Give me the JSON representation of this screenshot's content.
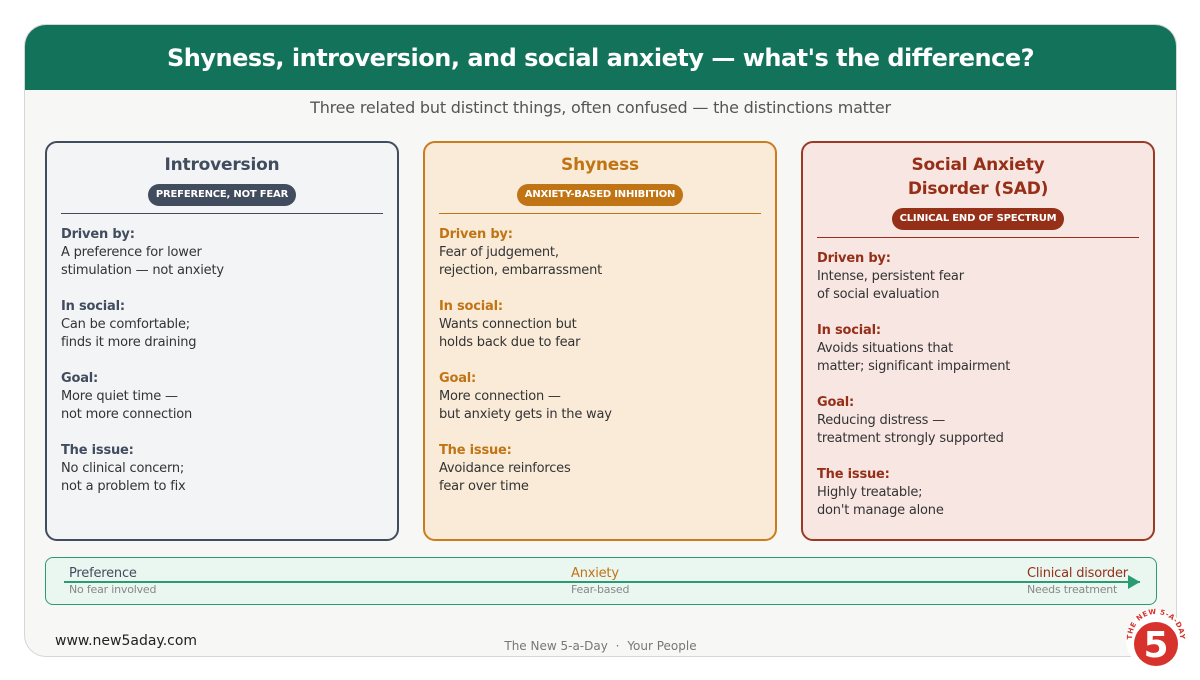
{
  "header": {
    "title": "Shyness, introversion, and social anxiety — what's the difference?"
  },
  "subtitle": "Three related but distinct things, often confused — the distinctions matter",
  "panels": [
    {
      "title": "Introversion",
      "badge": "PREFERENCE, NOT FEAR",
      "sections": [
        {
          "label": "Driven by:",
          "lines": [
            "A preference for lower",
            "stimulation — not anxiety"
          ]
        },
        {
          "label": "In social:",
          "lines": [
            "Can be comfortable;",
            "finds it more draining"
          ]
        },
        {
          "label": "Goal:",
          "lines": [
            "More quiet time —",
            "not more connection"
          ]
        },
        {
          "label": "The issue:",
          "lines": [
            "No clinical concern;",
            "not a problem to fix"
          ]
        }
      ]
    },
    {
      "title": "Shyness",
      "badge": "ANXIETY-BASED INHIBITION",
      "sections": [
        {
          "label": "Driven by:",
          "lines": [
            "Fear of judgement,",
            "rejection, embarrassment"
          ]
        },
        {
          "label": "In social:",
          "lines": [
            "Wants connection but",
            "holds back due to fear"
          ]
        },
        {
          "label": "Goal:",
          "lines": [
            "More connection —",
            "but anxiety gets in the way"
          ]
        },
        {
          "label": "The issue:",
          "lines": [
            "Avoidance reinforces",
            "fear over time"
          ]
        }
      ]
    },
    {
      "title_lines": [
        "Social Anxiety",
        "Disorder (SAD)"
      ],
      "badge": "CLINICAL END OF SPECTRUM",
      "sections": [
        {
          "label": "Driven by:",
          "lines": [
            "Intense, persistent fear",
            "of social evaluation"
          ]
        },
        {
          "label": "In social:",
          "lines": [
            "Avoids situations that",
            "matter; significant impairment"
          ]
        },
        {
          "label": "Goal:",
          "lines": [
            "Reducing distress —",
            "treatment strongly supported"
          ]
        },
        {
          "label": "The issue:",
          "lines": [
            "Highly treatable;",
            "don't manage alone"
          ]
        }
      ]
    }
  ],
  "spectrum": {
    "stops": [
      {
        "label": "Preference",
        "sub": "No fear involved"
      },
      {
        "label": "Anxiety",
        "sub": "Fear-based"
      },
      {
        "label": "Clinical disorder",
        "sub": "Needs treatment"
      }
    ]
  },
  "footer": {
    "url": "www.new5aday.com",
    "brand": "The New 5-a-Day",
    "separator": "·",
    "tagline": "Your People"
  },
  "logo": {
    "number": "5",
    "ring_text": "THE NEW 5-A-DAY",
    "icon": "five-a-day-badge-icon"
  },
  "colors": {
    "header": "#12725a",
    "introversion": "#414c5e",
    "shyness": "#c07414",
    "sad": "#952f18",
    "spectrum": "#2a9b73",
    "logo_red": "#d8322c"
  }
}
